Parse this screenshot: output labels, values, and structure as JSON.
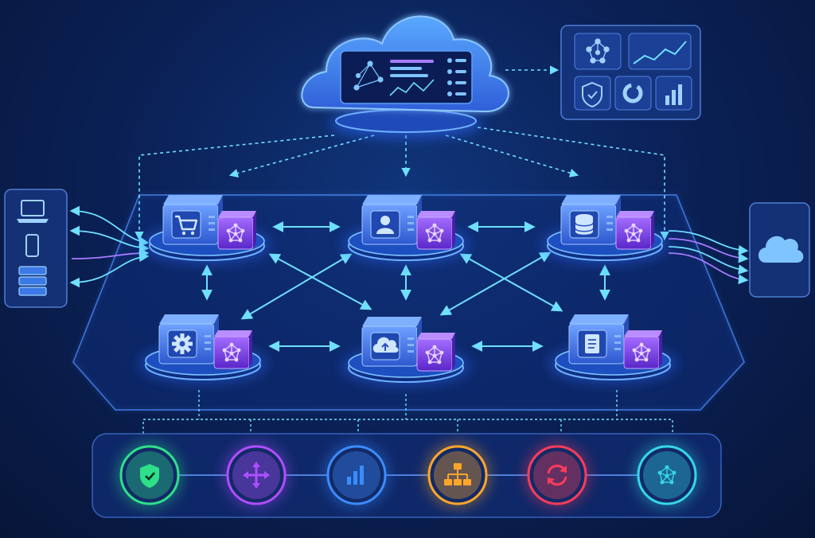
{
  "colors": {
    "background": "#0b2259",
    "line": "#5fd4ff",
    "node_blue": "#3f73e8",
    "node_purple": "#7b3fe4",
    "accent_cyan": "#36c4ff"
  },
  "cloud_dashboard": {
    "icons": [
      "network-graph-icon",
      "bar-list-icon",
      "line-chart-icon",
      "list-bullets-icon"
    ]
  },
  "monitor_panel": {
    "icons": [
      "network-graph-icon",
      "line-chart-icon",
      "shield-check-icon",
      "donut-chart-icon",
      "bar-chart-icon"
    ]
  },
  "client_devices": [
    "laptop-icon",
    "phone-icon",
    "server-icon"
  ],
  "external_service": {
    "icon": "cloud-icon"
  },
  "nodes": [
    {
      "id": "cart",
      "icon": "cart-icon"
    },
    {
      "id": "user",
      "icon": "user-icon"
    },
    {
      "id": "database",
      "icon": "database-icon"
    },
    {
      "id": "settings",
      "icon": "gear-icon"
    },
    {
      "id": "cloud-upload",
      "icon": "cloud-upload-icon"
    },
    {
      "id": "document",
      "icon": "document-icon"
    }
  ],
  "toolbar_icons": [
    {
      "name": "shield-check-icon",
      "color": "#2fe08a"
    },
    {
      "name": "move-arrows-icon",
      "color": "#b04dff"
    },
    {
      "name": "bar-chart-icon",
      "color": "#3b8cff"
    },
    {
      "name": "hierarchy-icon",
      "color": "#ffa62a"
    },
    {
      "name": "refresh-icon",
      "color": "#ff3b5c"
    },
    {
      "name": "network-graph-icon",
      "color": "#35d7e8"
    }
  ]
}
